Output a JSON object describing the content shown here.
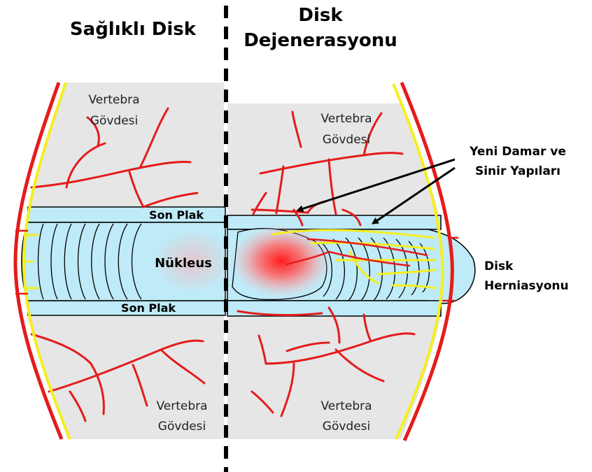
{
  "headings": {
    "healthy": "Sağlıklı Disk",
    "degeneration_line1": "Disk",
    "degeneration_line2": "Dejenerasyonu"
  },
  "labels": {
    "vertebra_line1": "Vertebra",
    "vertebra_line2": "Gövdesi",
    "end_plate": "Son Plak",
    "nucleus": "Nükleus",
    "new_vessels_line1": "Yeni Damar ve",
    "new_vessels_line2": "Sinir Yapıları",
    "herniation_line1": "Disk",
    "herniation_line2": "Herniasyonu"
  },
  "colors": {
    "bone": "#e6e6e6",
    "disc": "#bfeaf7",
    "nerve": "#e51b1b",
    "ligament": "#f5ef1e",
    "nucleus_glow": "#ff2b2b"
  }
}
